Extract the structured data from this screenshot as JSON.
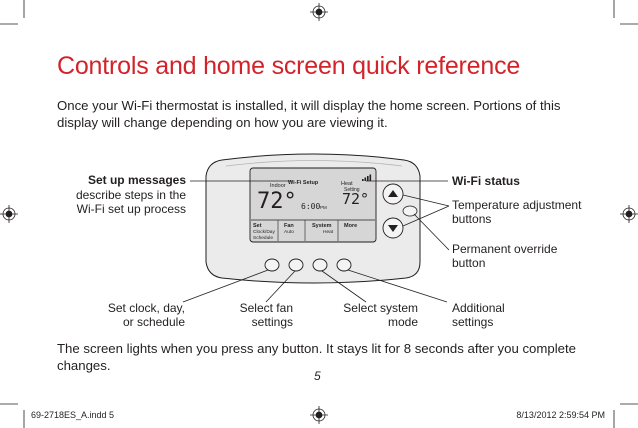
{
  "heading": "Controls and home screen quick reference",
  "intro": "Once your Wi-Fi thermostat is installed, it will display the home screen. Portions of this display will change depending on how you are viewing it.",
  "closing": "The screen lights when you press any button. It stays lit for 8 seconds after you complete changes.",
  "page_number": "5",
  "callouts": {
    "setup_title": "Set up messages",
    "setup_line1": "describe steps in the",
    "setup_line2": "Wi-Fi set up process",
    "wifi_status": "Wi-Fi status",
    "temp_adj_line1": "Temperature adjustment",
    "temp_adj_line2": "buttons",
    "override_line1": "Permanent override",
    "override_line2": "button",
    "clock_line1": "Set clock, day,",
    "clock_line2": "or schedule",
    "fan_line1": "Select fan",
    "fan_line2": "settings",
    "system_line1": "Select system",
    "system_line2": "mode",
    "additional_line1": "Additional",
    "additional_line2": "settings"
  },
  "thermostat_display": {
    "indoor_label": "Indoor",
    "indoor_temp": "72°",
    "wifi_setup": "Wi-Fi Setup",
    "heat_label": "Heat",
    "setting_label": "Setting",
    "set_temp": "72°",
    "time": "6:00",
    "time_suffix": "PM",
    "menu_set": "Set",
    "menu_set_sub1": "Clock/Day",
    "menu_set_sub2": "Schedule",
    "menu_fan": "Fan",
    "menu_fan_sub": "Auto",
    "menu_system": "System",
    "menu_system_sub": "Heat",
    "menu_more": "More"
  },
  "footer": {
    "left": "69-2718ES_A.indd   5",
    "right": "8/13/2012   2:59:54 PM"
  },
  "colors": {
    "heading": "#d2232a",
    "text": "#231f20"
  }
}
